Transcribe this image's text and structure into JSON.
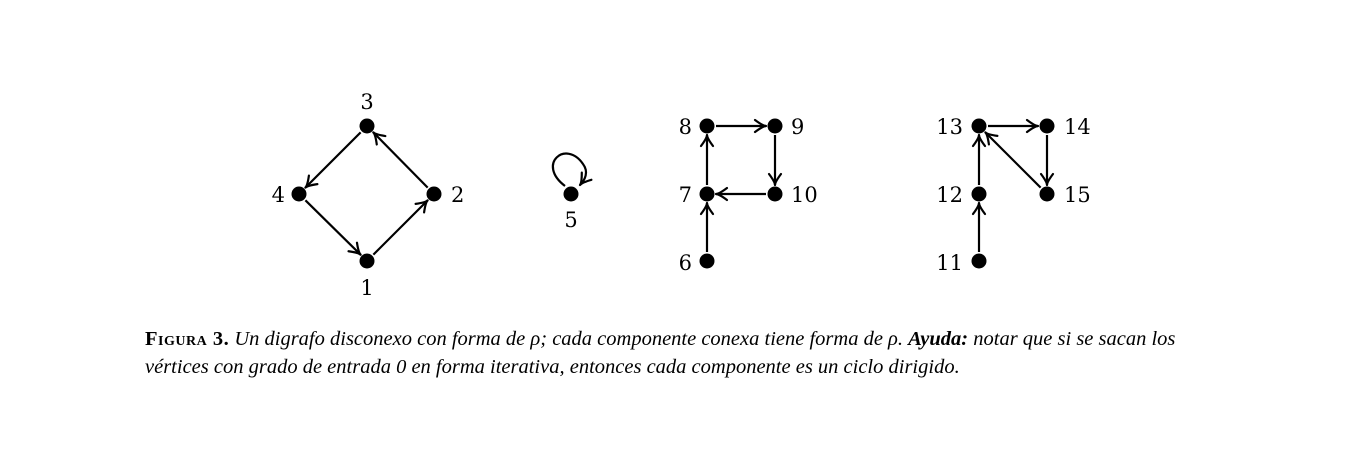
{
  "graph": {
    "nodes": [
      {
        "id": "1",
        "label": "1"
      },
      {
        "id": "2",
        "label": "2"
      },
      {
        "id": "3",
        "label": "3"
      },
      {
        "id": "4",
        "label": "4"
      },
      {
        "id": "5",
        "label": "5"
      },
      {
        "id": "6",
        "label": "6"
      },
      {
        "id": "7",
        "label": "7"
      },
      {
        "id": "8",
        "label": "8"
      },
      {
        "id": "9",
        "label": "9"
      },
      {
        "id": "10",
        "label": "10"
      },
      {
        "id": "11",
        "label": "11"
      },
      {
        "id": "12",
        "label": "12"
      },
      {
        "id": "13",
        "label": "13"
      },
      {
        "id": "14",
        "label": "14"
      },
      {
        "id": "15",
        "label": "15"
      }
    ],
    "edges": [
      {
        "from": "1",
        "to": "2"
      },
      {
        "from": "2",
        "to": "3"
      },
      {
        "from": "3",
        "to": "4"
      },
      {
        "from": "4",
        "to": "1"
      },
      {
        "from": "5",
        "to": "5"
      },
      {
        "from": "6",
        "to": "7"
      },
      {
        "from": "7",
        "to": "8"
      },
      {
        "from": "8",
        "to": "9"
      },
      {
        "from": "9",
        "to": "10"
      },
      {
        "from": "10",
        "to": "7"
      },
      {
        "from": "11",
        "to": "12"
      },
      {
        "from": "12",
        "to": "13"
      },
      {
        "from": "13",
        "to": "14"
      },
      {
        "from": "14",
        "to": "15"
      },
      {
        "from": "15",
        "to": "13"
      }
    ]
  },
  "caption": {
    "label": "Figura 3.",
    "text": "Un digrafo disconexo con forma de ρ; cada componente conexa tiene forma de ρ.",
    "hint_label": "Ayuda:",
    "hint_text": "notar que si se sacan los vértices con grado de entrada 0 en forma iterativa, entonces cada componente es un ciclo dirigido."
  }
}
